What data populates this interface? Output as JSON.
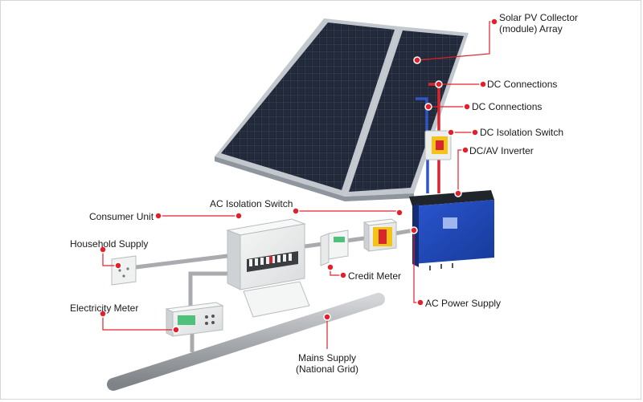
{
  "labels": {
    "solar_array_line1": "Solar PV Collector",
    "solar_array_line2": "(module) Array",
    "dc_connections_1": "DC Connections",
    "dc_connections_2": "DC Connections",
    "dc_isolation_switch": "DC Isolation Switch",
    "inverter": "DC/AV Inverter",
    "ac_isolation_switch": "AC Isolation Switch",
    "consumer_unit": "Consumer Unit",
    "household_supply": "Household Supply",
    "credit_meter": "Credit Meter",
    "ac_power_supply": "AC Power Supply",
    "electricity_meter": "Electricity Meter",
    "mains_supply_line1": "Mains Supply",
    "mains_supply_line2": "(National Grid)"
  },
  "colors": {
    "callout": "#e0212b",
    "panel": "#1b2130",
    "panel_frame": "#bfc4cb",
    "inverter_blue": "#1f47b8",
    "dc_positive": "#d8262e",
    "dc_negative": "#2f55c8",
    "switch_yellow": "#f3c318",
    "switch_red": "#d8262e",
    "cable_grey": "#a9abae",
    "housing": "#eceeee"
  }
}
